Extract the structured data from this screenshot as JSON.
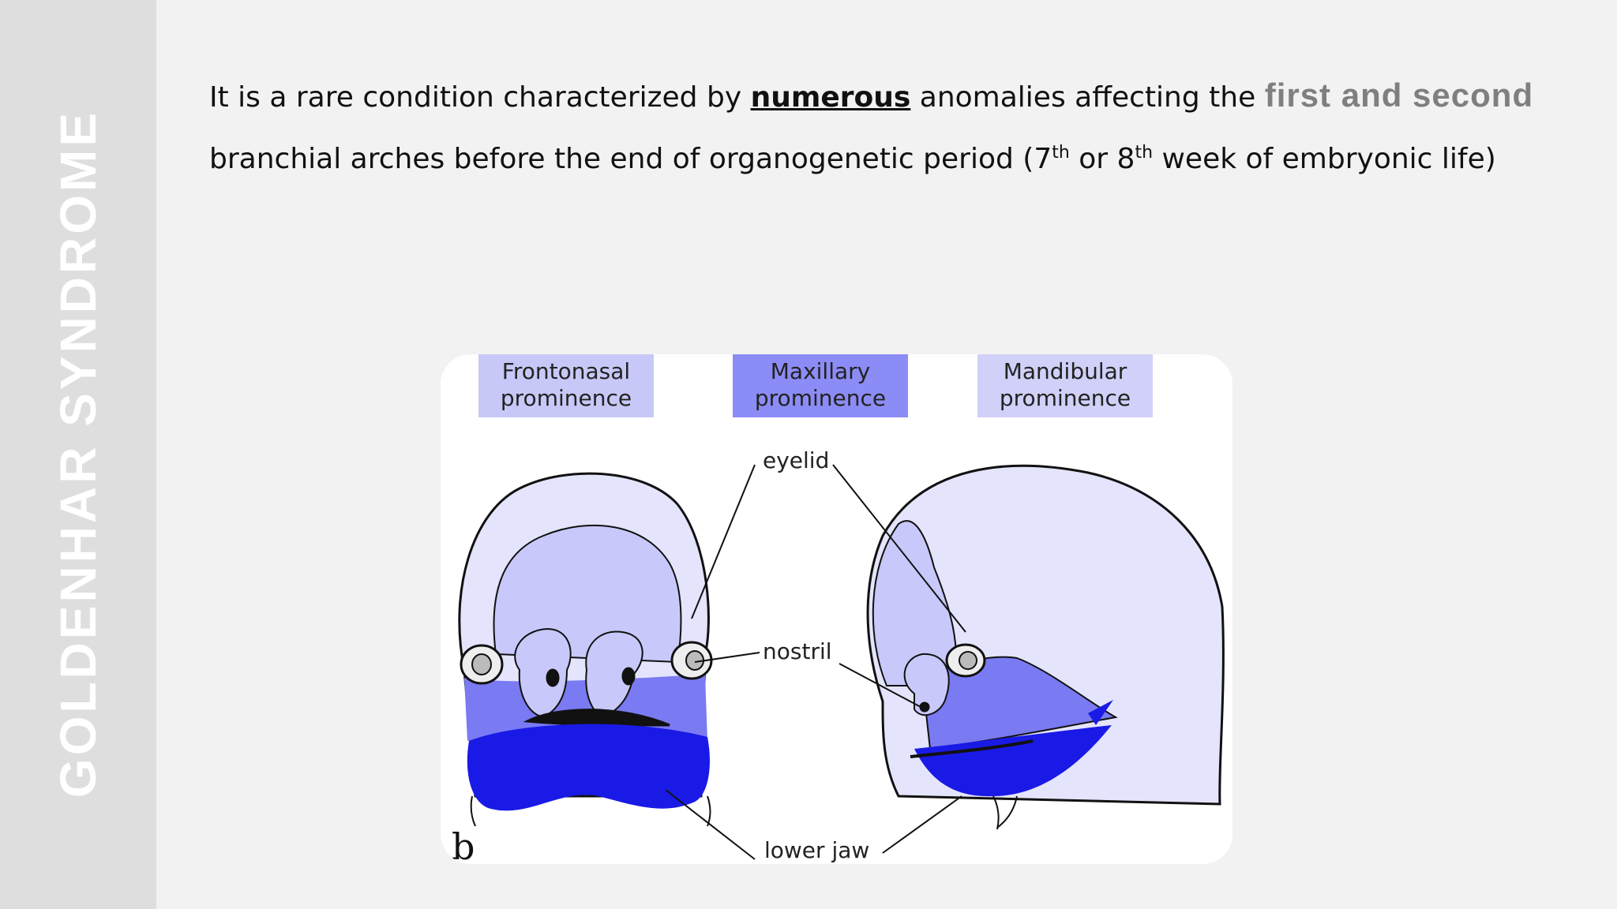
{
  "sidebar": {
    "title": "GOLDENHAR SYNDROME"
  },
  "intro": {
    "t1": "It is a rare condition characterized by ",
    "emphasis1": "numerous",
    "t2": " anomalies affecting the ",
    "emphasis2": "first and second",
    "t3": " branchial arches before the end of organogenetic period (7",
    "sup1": "th",
    "t4": " or 8",
    "sup2": "th",
    "t5": " week of embryonic life)"
  },
  "figure": {
    "legend": [
      {
        "line1": "Frontonasal",
        "line2": "prominence",
        "color": "#c8c8f8"
      },
      {
        "line1": "Maxillary",
        "line2": "prominence",
        "color": "#8c8cf6"
      },
      {
        "line1": "Mandibular",
        "line2": "prominence",
        "color": "#d0d0f8"
      }
    ],
    "labels": {
      "eyelid": "eyelid",
      "nostril": "nostril",
      "lower_jaw": "lower jaw",
      "panel": "b"
    },
    "colors": {
      "frontonasal": "#c8c8fa",
      "frontonasal_light": "#e4e4fc",
      "maxillary": "#7a7af2",
      "mandibular": "#1a1ae6",
      "outline": "#111111"
    }
  }
}
